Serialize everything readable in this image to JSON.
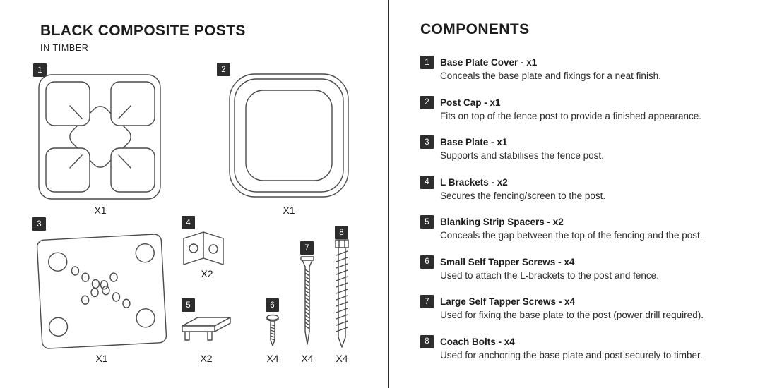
{
  "page": {
    "left": {
      "title": "BLACK COMPOSITE POSTS",
      "subtitle": "IN TIMBER",
      "figures": [
        {
          "num": "1",
          "qty": "X1",
          "icon": "base-plate-cover"
        },
        {
          "num": "2",
          "qty": "X1",
          "icon": "post-cap"
        },
        {
          "num": "3",
          "qty": "X1",
          "icon": "base-plate"
        },
        {
          "num": "4",
          "qty": "X2",
          "icon": "l-bracket"
        },
        {
          "num": "5",
          "qty": "X2",
          "icon": "blanking-strip-spacer"
        },
        {
          "num": "6",
          "qty": "X4",
          "icon": "small-self-tapper-screw"
        },
        {
          "num": "7",
          "qty": "X4",
          "icon": "large-self-tapper-screw"
        },
        {
          "num": "8",
          "qty": "X4",
          "icon": "coach-bolt"
        }
      ]
    },
    "right": {
      "title": "COMPONENTS",
      "items": [
        {
          "num": "1",
          "name": "Base Plate Cover - x1",
          "desc": "Conceals the base plate and fixings for a neat finish."
        },
        {
          "num": "2",
          "name": "Post Cap - x1",
          "desc": "Fits on top of the fence post to provide a finished appearance."
        },
        {
          "num": "3",
          "name": "Base Plate - x1",
          "desc": "Supports and stabilises the fence post."
        },
        {
          "num": "4",
          "name": "L Brackets - x2",
          "desc": "Secures the fencing/screen to the post."
        },
        {
          "num": "5",
          "name": "Blanking Strip Spacers - x2",
          "desc": "Conceals the gap between the top of the fencing and the post."
        },
        {
          "num": "6",
          "name": "Small Self Tapper Screws - x4",
          "desc": "Used to attach the L-brackets to the post and fence."
        },
        {
          "num": "7",
          "name": "Large Self Tapper Screws - x4",
          "desc": "Used for fixing the base plate to the post (power drill required)."
        },
        {
          "num": "8",
          "name": "Coach Bolts - x4",
          "desc": "Used for anchoring the base plate and post securely to timber."
        }
      ]
    },
    "colors": {
      "badge_bg": "#2d2d2d",
      "badge_text": "#ffffff",
      "text": "#1c1c1c",
      "line_art": "#4a4a4a",
      "divider": "#2b2b2b"
    }
  }
}
